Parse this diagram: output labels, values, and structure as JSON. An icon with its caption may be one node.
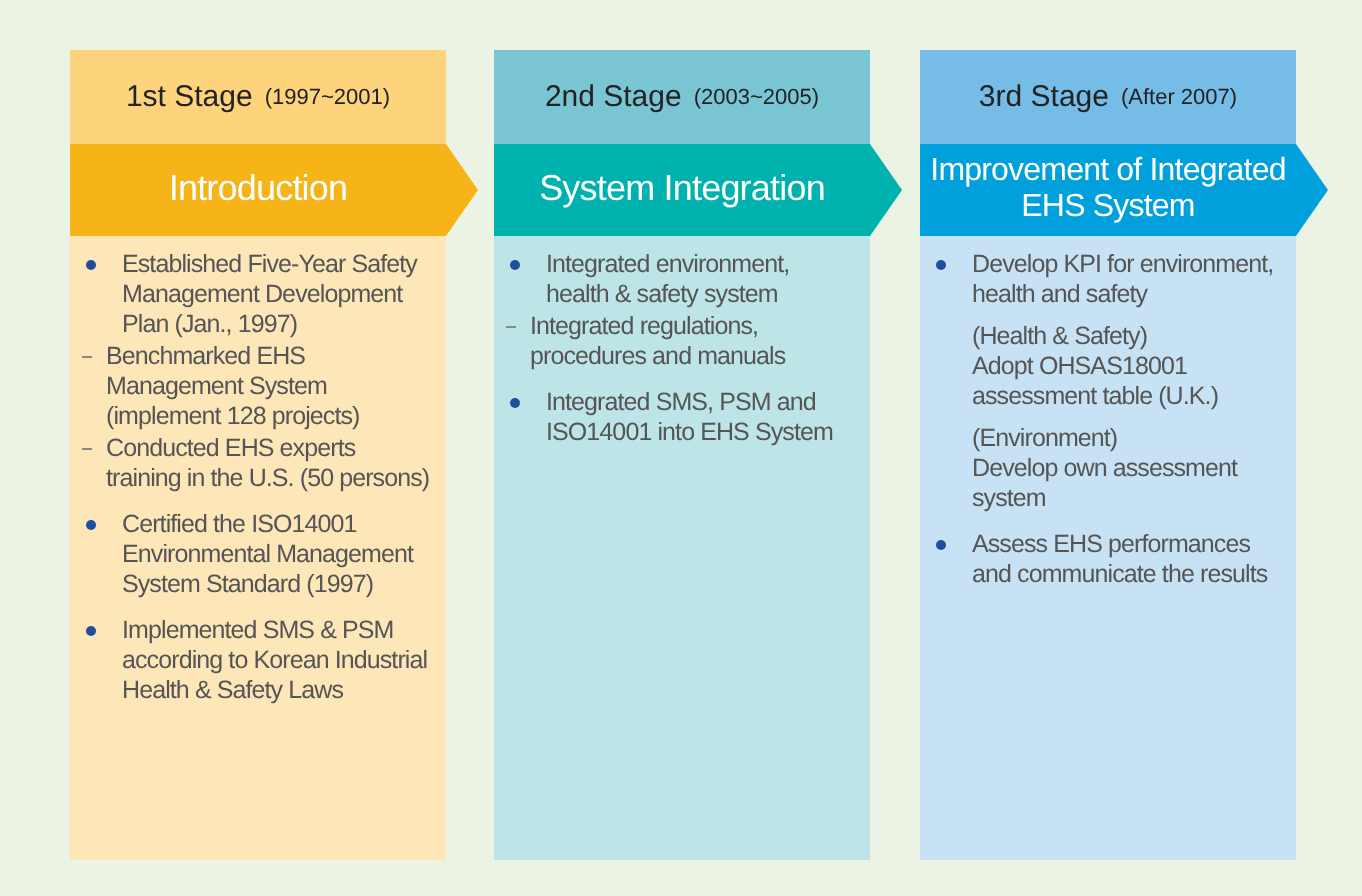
{
  "diagram": {
    "nodes": [
      {
        "text": [
          "1st Stage",
          "(1997~2001)"
        ]
      },
      {
        "text": [
          "Introduction"
        ],
        "in": 0
      },
      {
        "text": [
          "Established Five-Year Safety Management Development Plan (Jan., 1997)",
          "Benchmarked EHS Management System (implement 128 projects)",
          "Conducted EHS experts training in the U.S. (50 persons)",
          "Certified the ISO14001 Environmental Management System Standard (1997)",
          "Implemented SMS & PSM according to Korean Industrial Health & Safety Laws"
        ],
        "in": 0
      },
      {
        "text": [
          "2nd Stage",
          "(2003~2005)"
        ]
      },
      {
        "text": [
          "System Integration"
        ],
        "in": 3
      },
      {
        "text": [
          "Integrated environment, health & safety system",
          "Integrated regulations, procedures and manuals",
          "Integrated SMS, PSM and ISO14001 into EHS System"
        ],
        "in": 3
      },
      {
        "text": [
          "3rd Stage",
          "(After 2007)"
        ]
      },
      {
        "text": [
          "Improvement of Integrated EHS System"
        ],
        "in": 6
      },
      {
        "text": [
          "Develop KPI for environment, health and safety",
          "(Health & Safety)",
          "Adopt OHSAS18001 assessment table (U.K.)",
          "(Environment)",
          "Develop own assessment system",
          "Assess EHS performances and communicate the results"
        ],
        "in": 6
      }
    ],
    "edges": []
  }
}
